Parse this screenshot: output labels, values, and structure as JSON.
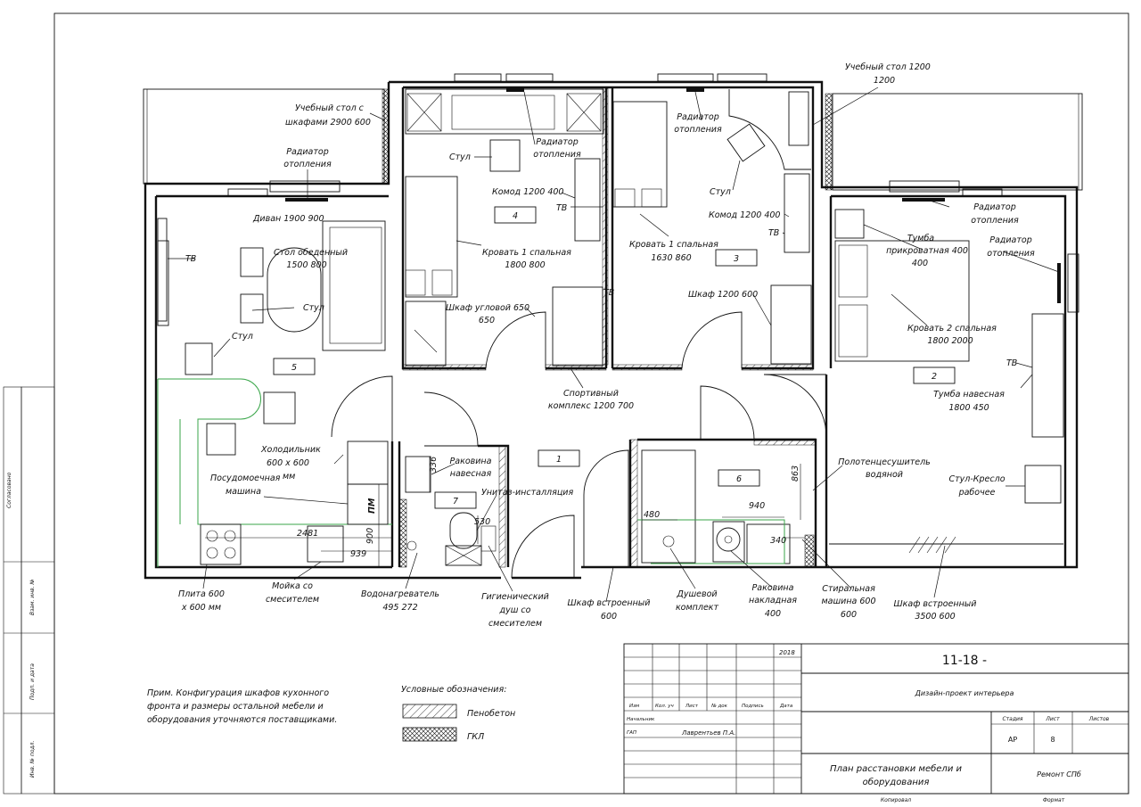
{
  "rooms": [
    "1",
    "2",
    "3",
    "4",
    "5",
    "6",
    "7"
  ],
  "labels": {
    "desk_shelves": [
      "Учебный стол с",
      "шкафами 2900 600"
    ],
    "desk_1200": [
      "Учебный стол 1200",
      "1200"
    ],
    "radiator_living": [
      "Радиатор",
      "отопления"
    ],
    "radiator_r4": [
      "Радиатор",
      "отопления"
    ],
    "radiator_r3": [
      "Радиатор",
      "отопления"
    ],
    "radiator_r2a": [
      "Радиатор",
      "отопления"
    ],
    "radiator_r2b": [
      "Радиатор",
      "отопления"
    ],
    "chair_r4": "Стул",
    "chair_r3": "Стул",
    "chair_living1": "Стул",
    "chair_living2": "Стул",
    "dresser_r4": "Комод 1200 400",
    "dresser_r3": "Комод 1200 400",
    "tv_r4": "ТВ",
    "tv_r3": "ТВ",
    "tv_living": "ТВ",
    "tv_mid": "ТВ",
    "tv_r2": "ТВ",
    "sofa": "Диван 1900 900",
    "dining_table": [
      "Стол обеденный",
      "1500 800"
    ],
    "bed_r4": [
      "Кровать 1 спальная",
      "1800 800"
    ],
    "bed_r3": [
      "Кровать 1 спальная",
      "1630 860"
    ],
    "bed_r2": [
      "Кровать 2 спальная",
      "1800 2000"
    ],
    "nightstand": [
      "Тумба",
      "прикроватная 400",
      "400"
    ],
    "corner_wardrobe": [
      "Шкаф угловой 650",
      "650"
    ],
    "wardrobe_r3": "Шкаф 1200 600",
    "sport_complex": [
      "Спортивный",
      "комплекс 1200 700"
    ],
    "hanging_cabinet": [
      "Тумба навесная",
      "1800 450"
    ],
    "fridge": [
      "Холодильник",
      "600 х 600",
      "мм"
    ],
    "dishwasher": [
      "Посудомоечная",
      "машина"
    ],
    "pm": "ПМ",
    "sink_hanging": [
      "Раковина",
      "навесная"
    ],
    "toilet": "Унитаз-инсталляция",
    "towel_dryer": [
      "Полотенцесушитель",
      "водяной"
    ],
    "chair_office": [
      "Стул-Кресло",
      "рабочее"
    ],
    "stove": [
      "Плита 600",
      "х 600 мм"
    ],
    "kitchen_sink": [
      "Мойка со",
      "смесителем"
    ],
    "water_heater": [
      "Водонагреватель",
      "495 272"
    ],
    "hygienic_shower": [
      "Гигиенический",
      "душ со",
      "смесителем"
    ],
    "builtin_wardrobe_600": [
      "Шкаф встроенный",
      "600"
    ],
    "shower_set": [
      "Душевой",
      "комплект"
    ],
    "sink_overlay": [
      "Раковина",
      "накладная",
      "400"
    ],
    "washer": [
      "Стиральная",
      "машина 600",
      "600"
    ],
    "builtin_wardrobe_3500": [
      "Шкаф встроенный",
      "3500 600"
    ],
    "dim_336": "336",
    "dim_530": "530",
    "dim_2481": "2481",
    "dim_900": "900",
    "dim_939": "939",
    "dim_480": "480",
    "dim_940": "940",
    "dim_340": "340",
    "dim_863": "863"
  },
  "note": [
    "Прим. Конфигурация шкафов кухонного",
    "фронта и размеры остальной мебели и",
    "оборудования уточняются поставщиками."
  ],
  "legend": {
    "title": "Условные обозначения:",
    "items": [
      "Пенобетон",
      "ГКЛ"
    ]
  },
  "side_stamp": [
    "Согласовано",
    "Взам. инв. №",
    "Подп. и дата",
    "Инв. № подл."
  ],
  "title_block": {
    "year": "2018",
    "code": "11-18 -",
    "project": "Дизайн-проект интерьера",
    "col_headers": [
      "Изм",
      "Кол. уч",
      "Лист",
      "№ док",
      "Подпись",
      "Дата"
    ],
    "role_1": "Начальник",
    "role_2": "ГАП",
    "person": "Лаврентьев П.А.",
    "stage_label": "Стадия",
    "sheet_label": "Лист",
    "sheets_label": "Листов",
    "stage": "АР",
    "sheet": "8",
    "sheets": "",
    "drawing": [
      "План расстановки мебели и",
      "оборудования"
    ],
    "org": "Ремонт СПб",
    "copied": "Копировал",
    "format": "Формат"
  }
}
